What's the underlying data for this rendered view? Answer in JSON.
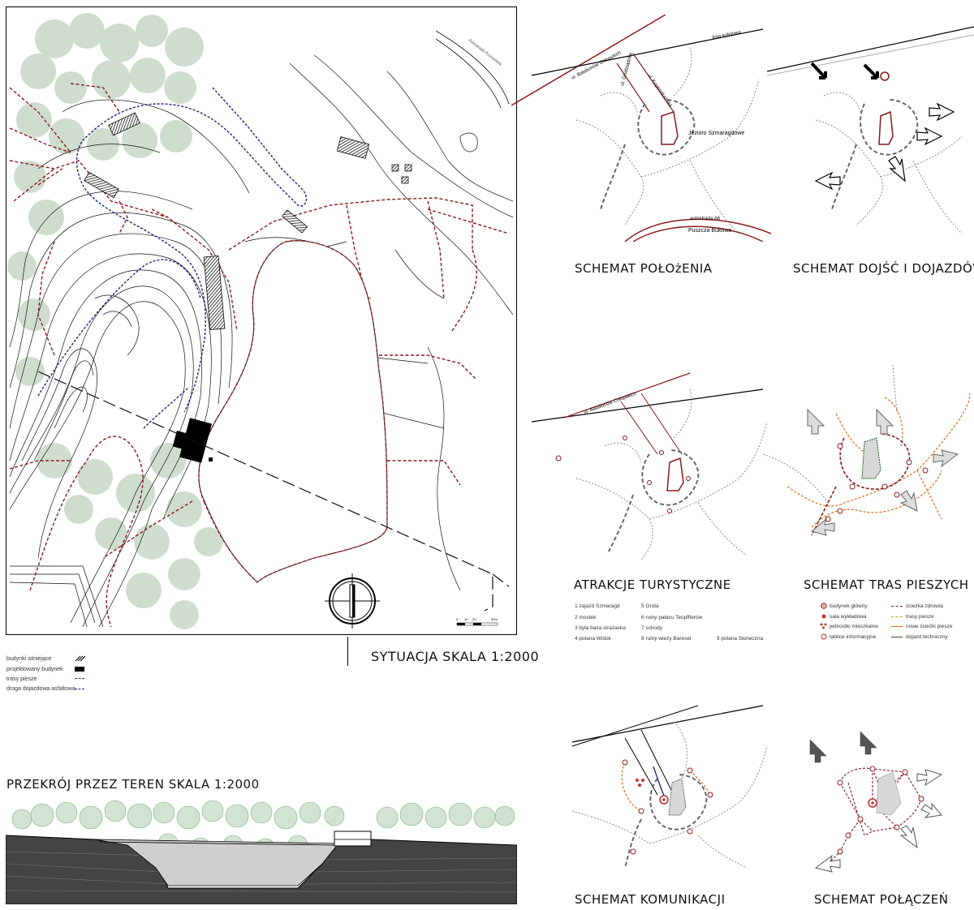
{
  "main_map": {
    "title": "SYTUACJA  SKALA 1:2000",
    "road_label": "Autostrada Poznańska",
    "scale_ticks": [
      "0",
      "10",
      "20",
      "50m"
    ],
    "legend": [
      {
        "label": "budynki istniejące",
        "symbol": "hatched"
      },
      {
        "label": "projektowany budynek",
        "symbol": "solid-black"
      },
      {
        "label": "trasy piesze",
        "symbol": "dashed-red",
        "color": "#8b1a1a"
      },
      {
        "label": "droga dojazdowa asfaltowa",
        "symbol": "dashed-blue",
        "color": "#1a237e"
      }
    ]
  },
  "section": {
    "title": "PRZEKRÓJ PRZEZ TEREN  SKALA 1:2000"
  },
  "schemes": {
    "location": {
      "title": "SCHEMAT POŁOżENIA",
      "labels": {
        "street1": "ul. Batalionów Chłopskich",
        "street2": "ul. Grudziądzka",
        "street3": "ul. Kopernikańska",
        "rail": "linia kolejowa",
        "lake": "Jezioro Szmaragdowe",
        "highway": "autostrada A6",
        "forest": "Puszcza Bukowa"
      }
    },
    "access": {
      "title": "SCHEMAT DOJŚĆ I DOJAZDÓW"
    },
    "attractions": {
      "title": "ATRAKCJE TURYSTYCZNE",
      "street": "ul. Batalionów Chłopskich",
      "items": [
        "1 zajazd Szmaragd",
        "2 mostek",
        "3 była baza strażacka",
        "4 polana Widok",
        "5 Grota",
        "6 ruiny pałacu Teopfflerów",
        "7 schody",
        "8 ruiny wieży Baresel",
        "9 polana Słoneczna"
      ]
    },
    "trails": {
      "title": "SCHEMAT TRAS PIESZYCH",
      "legend_left": [
        "budynek główny",
        "sala wykładowa",
        "jednostki mieszkalne",
        "tablice informacyjne"
      ],
      "legend_right": [
        "ścieżka zdrowia",
        "trasy piesze",
        "nowe ścieżki piesze",
        "dojazd techniczny"
      ]
    },
    "communication": {
      "title": "SCHEMAT KOMUNIKACJI"
    },
    "connections": {
      "title": "SCHEMAT POŁĄCZEŃ"
    }
  },
  "colors": {
    "trail_red": "#8b1a1a",
    "road_blue": "#1a237e",
    "orange": "#e06a1a",
    "tree_green": "#9fb89f"
  }
}
